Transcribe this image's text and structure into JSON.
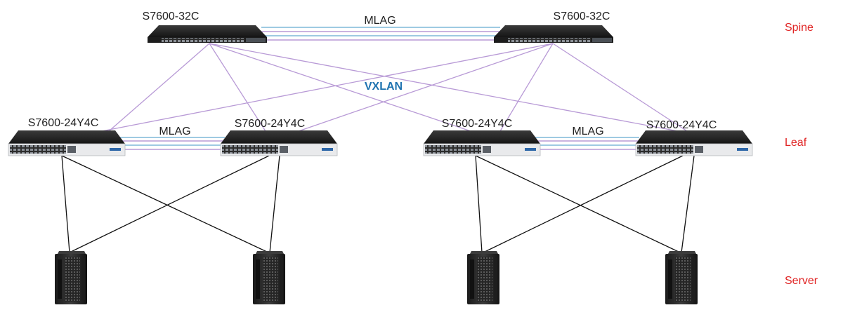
{
  "colors": {
    "link_purple": "#b89ad6",
    "link_blue": "#7fb8d8",
    "server_link": "#111111",
    "tier_label": "#e02424",
    "vxlan_label": "#1e73b0",
    "device_dark": "#2a2a2a",
    "leaf_front": "#e9eaec"
  },
  "spine": {
    "tier_label": "Spine",
    "left": {
      "name": "S7600-32C",
      "icon": "spine-switch-icon"
    },
    "right": {
      "name": "S7600-32C",
      "icon": "spine-switch-icon"
    },
    "mlag_label": "MLAG"
  },
  "vxlan_label": "VXLAN",
  "leaf": {
    "tier_label": "Leaf",
    "switches": [
      {
        "name": "S7600-24Y4C",
        "icon": "leaf-switch-icon"
      },
      {
        "name": "S7600-24Y4C",
        "icon": "leaf-switch-icon"
      },
      {
        "name": "S7600-24Y4C",
        "icon": "leaf-switch-icon"
      },
      {
        "name": "S7600-24Y4C",
        "icon": "leaf-switch-icon"
      }
    ],
    "mlag_labels": [
      "MLAG",
      "MLAG"
    ]
  },
  "server": {
    "tier_label": "Server",
    "icon": "server-tower-icon"
  }
}
